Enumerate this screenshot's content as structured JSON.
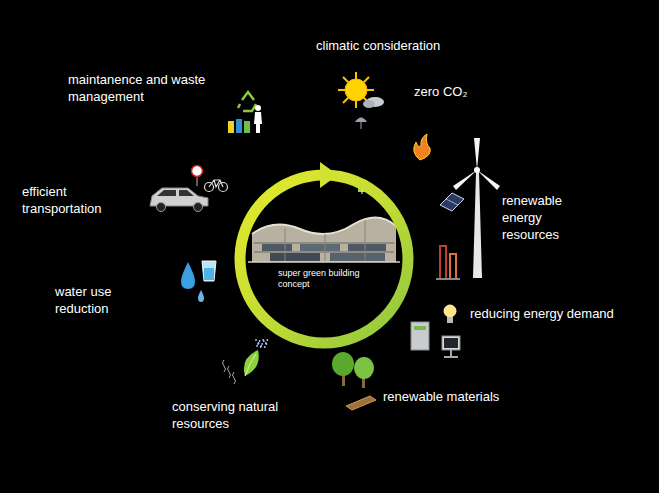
{
  "diagram": {
    "nodes": [
      {
        "text": [
          "super green building concept"
        ]
      }
    ],
    "labels": [
      "climatic consideration",
      "maintanence and waste management",
      "zero CO₂",
      "renewable energy resources",
      "efficient transportation",
      "reducing energy demand",
      "water use reduction",
      "renewable materials",
      "conserving natural resources"
    ]
  }
}
